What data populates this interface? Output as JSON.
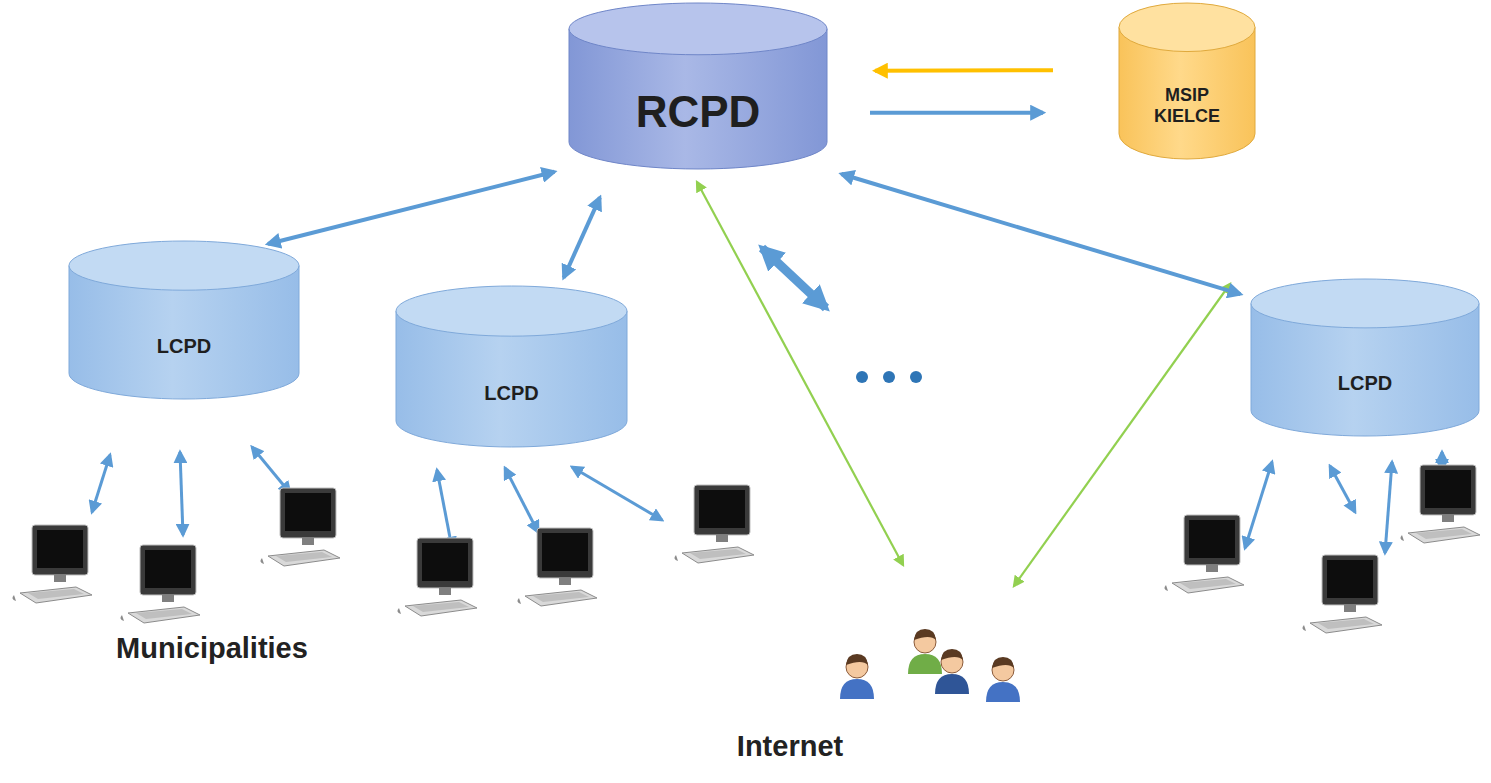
{
  "diagram": {
    "nodes": [
      {
        "text": [
          "RCPD"
        ]
      },
      {
        "text": [
          "MSIP KIELCE"
        ]
      },
      {
        "text": [
          "LCPD"
        ]
      },
      {
        "text": [
          "LCPD"
        ]
      },
      {
        "text": [
          "LCPD"
        ]
      }
    ],
    "edges": [
      {
        "from": 1,
        "to": 0,
        "arrow": "to"
      },
      {
        "from": 0,
        "to": 1,
        "arrow": "to"
      },
      {
        "from": 0,
        "to": 2,
        "arrow": "both"
      },
      {
        "from": 0,
        "to": 3,
        "arrow": "both"
      },
      {
        "from": 0,
        "to": 4,
        "arrow": "both"
      }
    ],
    "labels": [
      "Municipalities",
      "Internet"
    ]
  }
}
